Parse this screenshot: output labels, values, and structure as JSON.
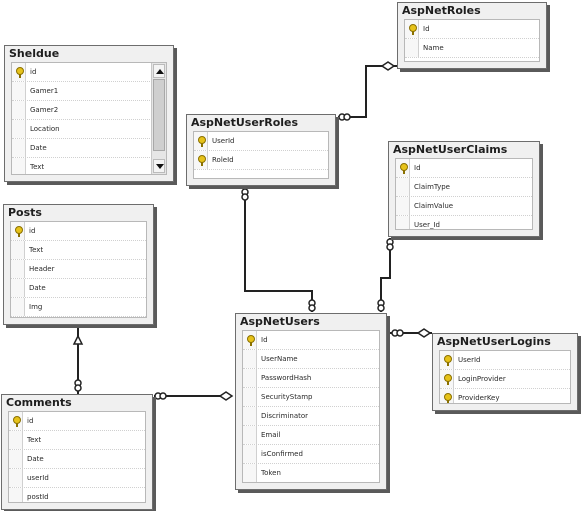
{
  "colors": {
    "line": "#222222",
    "table_bg": "#f0f0f0",
    "key": "#e6c21a"
  },
  "tables": {
    "sheldue": {
      "title": "Sheldue",
      "columns": [
        "id",
        "Gamer1",
        "Gamer2",
        "Location",
        "Date",
        "Text"
      ]
    },
    "aspnetroles": {
      "title": "AspNetRoles",
      "columns": [
        "Id",
        "Name"
      ]
    },
    "aspnetuserroles": {
      "title": "AspNetUserRoles",
      "columns": [
        "UserId",
        "RoleId"
      ]
    },
    "aspnetuserclaims": {
      "title": "AspNetUserClaims",
      "columns": [
        "Id",
        "ClaimType",
        "ClaimValue",
        "User_Id"
      ]
    },
    "posts": {
      "title": "Posts",
      "columns": [
        "id",
        "Text",
        "Header",
        "Date",
        "Img"
      ]
    },
    "aspnetusers": {
      "title": "AspNetUsers",
      "columns": [
        "Id",
        "UserName",
        "PasswordHash",
        "SecurityStamp",
        "Discriminator",
        "Email",
        "isConfirmed",
        "Token"
      ]
    },
    "aspnetuserlogins": {
      "title": "AspNetUserLogins",
      "columns": [
        "UserId",
        "LoginProvider",
        "ProviderKey"
      ]
    },
    "comments": {
      "title": "Comments",
      "columns": [
        "id",
        "Text",
        "Date",
        "userId",
        "postId"
      ]
    }
  },
  "icons": {
    "primary_key": "key-icon",
    "scroll_up": "scroll-up-arrow-icon",
    "scroll_down": "scroll-down-arrow-icon"
  }
}
